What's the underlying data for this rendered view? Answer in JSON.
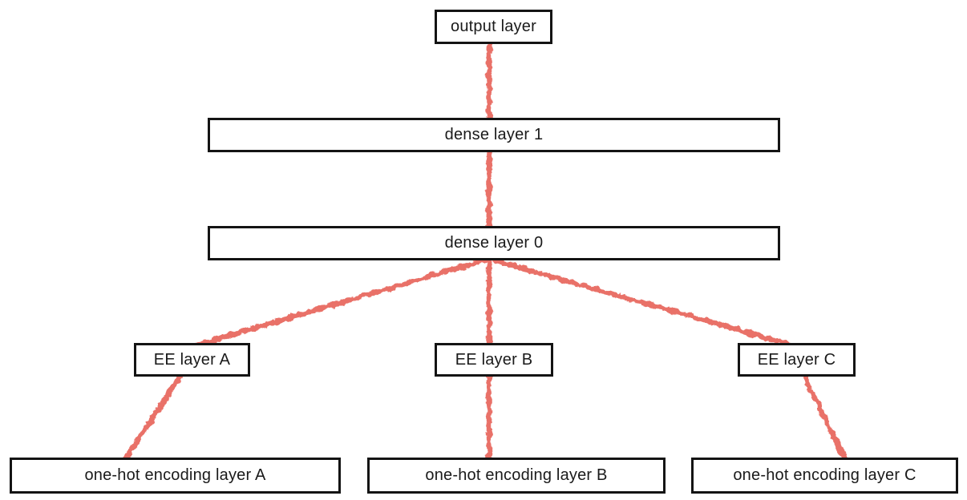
{
  "diagram": {
    "description": "embedding neural network architecture diagram",
    "nodes": [
      {
        "id": "output",
        "label": "output layer"
      },
      {
        "id": "dense1",
        "label": "dense layer 1"
      },
      {
        "id": "dense0",
        "label": "dense layer 0"
      },
      {
        "id": "ee_a",
        "label": "EE layer A"
      },
      {
        "id": "ee_b",
        "label": "EE layer B"
      },
      {
        "id": "ee_c",
        "label": "EE layer C"
      },
      {
        "id": "onehot_a",
        "label": "one-hot encoding layer A"
      },
      {
        "id": "onehot_b",
        "label": "one-hot encoding layer B"
      },
      {
        "id": "onehot_c",
        "label": "one-hot encoding layer C"
      }
    ],
    "edges": [
      {
        "from": "output",
        "to": "dense1"
      },
      {
        "from": "dense1",
        "to": "dense0"
      },
      {
        "from": "dense0",
        "to": "ee_a"
      },
      {
        "from": "dense0",
        "to": "ee_b"
      },
      {
        "from": "dense0",
        "to": "ee_c"
      },
      {
        "from": "ee_a",
        "to": "onehot_a"
      },
      {
        "from": "ee_b",
        "to": "onehot_b"
      },
      {
        "from": "ee_c",
        "to": "onehot_c"
      }
    ],
    "colors": {
      "edge": "#e8655c",
      "box_border": "#141414",
      "box_fill": "#ffffff",
      "text": "#1a1a1a",
      "background": "#ffffff"
    }
  }
}
